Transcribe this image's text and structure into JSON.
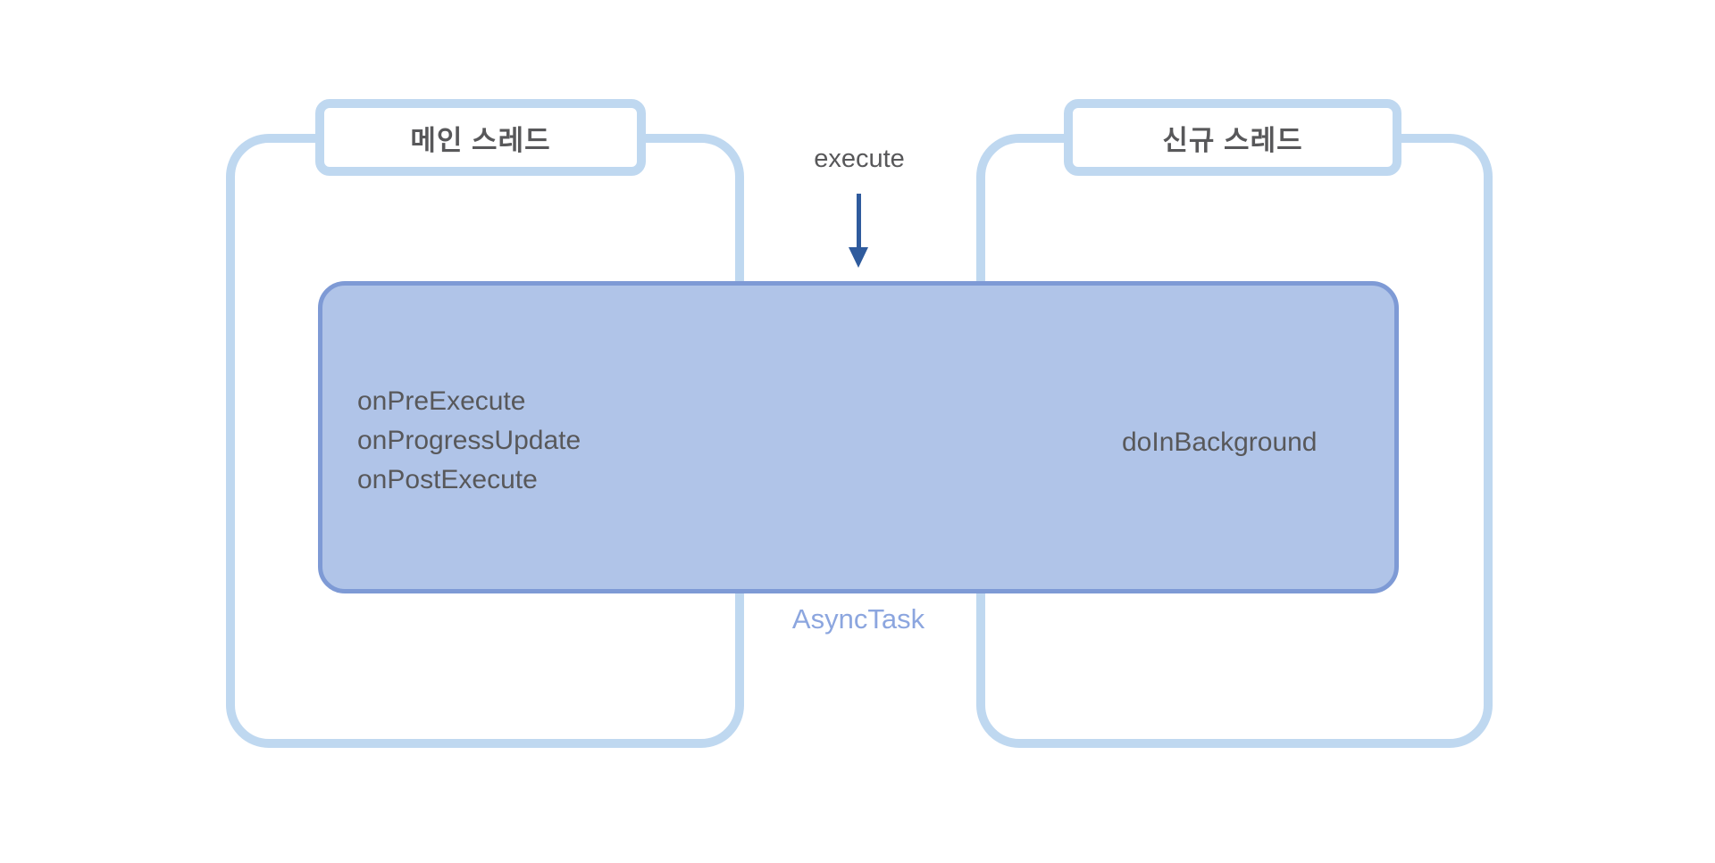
{
  "diagram": {
    "left_thread": {
      "title": "메인 스레드",
      "methods": [
        "onPreExecute",
        "onProgressUpdate",
        "onPostExecute"
      ]
    },
    "right_thread": {
      "title": "신규 스레드",
      "method": "doInBackground"
    },
    "execute_label": "execute",
    "asynctask_label": "AsyncTask",
    "colors": {
      "container_border": "#BFD8F0",
      "box_fill": "#B0C4E8",
      "box_border": "#7E9AD5",
      "arrow": "#2F5B9D",
      "text_dark": "#58585A",
      "label_blue": "#8CA6DF",
      "canvas_bg": "#FFFFFF"
    }
  }
}
